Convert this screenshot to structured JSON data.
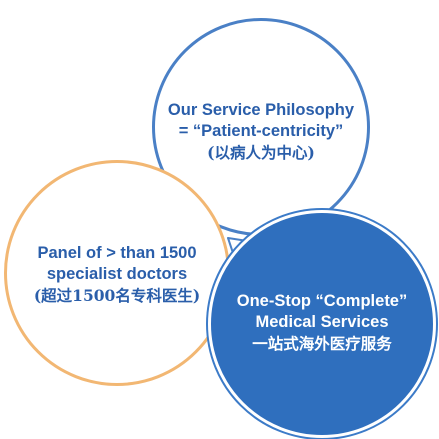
{
  "top_circle": {
    "lines": [
      "Our Service Philosophy",
      "= “Patient-centricity”",
      "(以病人为中心)"
    ]
  },
  "left_circle": {
    "lines": [
      "Panel of > than 1500",
      "specialist doctors",
      "(超过1500名专科医生)"
    ]
  },
  "right_circle": {
    "lines": [
      "One-Stop “Complete”",
      "Medical Services",
      "一站式海外医疗服务"
    ]
  },
  "colors": {
    "primary_blue": "#2f6fbe",
    "outline_blue": "#4a80c6",
    "outline_orange": "#f2b773",
    "text_blue": "#2a5eaa",
    "text_white": "#ffffff"
  }
}
